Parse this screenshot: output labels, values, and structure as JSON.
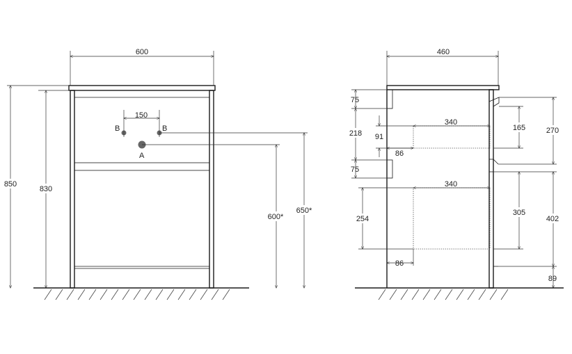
{
  "front_view": {
    "width": "600",
    "height_total": "850",
    "height_body": "830",
    "hole_spacing": "150",
    "hole_b_left": "B",
    "hole_b_right": "B",
    "hole_a": "A",
    "drain_height": "600*",
    "supply_height": "650*"
  },
  "side_view": {
    "depth": "460",
    "top_panel": "75",
    "upper_opening": "218",
    "upper_drawer_height": "91",
    "upper_drawer_depth": "340",
    "upper_drawer_offset": "86",
    "middle_panel": "75",
    "lower_opening": "254",
    "lower_drawer_depth": "340",
    "lower_drawer_offset": "86",
    "upper_drawer_front": "165",
    "upper_section": "270",
    "lower_drawer_front": "305",
    "lower_section": "402",
    "plinth": "89"
  },
  "colors": {
    "line": "#1a1a1a",
    "hole": "#666666"
  }
}
